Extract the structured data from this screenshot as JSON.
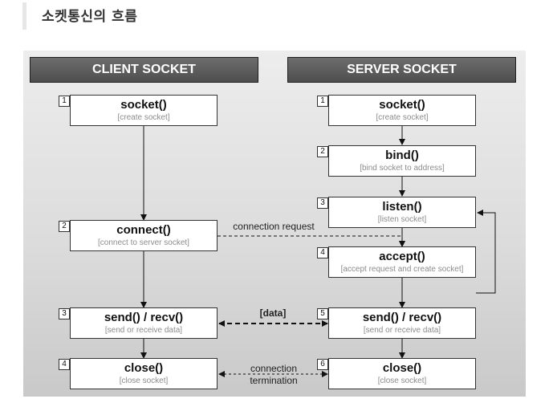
{
  "heading": "소켓통신의 흐름",
  "client": {
    "title": "CLIENT SOCKET",
    "steps": [
      {
        "num": "1",
        "fn": "socket()",
        "desc": "[create socket]"
      },
      {
        "num": "2",
        "fn": "connect()",
        "desc": "[connect to server socket]"
      },
      {
        "num": "3",
        "fn": "send() / recv()",
        "desc": "[send or receive data]"
      },
      {
        "num": "4",
        "fn": "close()",
        "desc": "[close socket]"
      }
    ]
  },
  "server": {
    "title": "SERVER SOCKET",
    "steps": [
      {
        "num": "1",
        "fn": "socket()",
        "desc": "[create socket]"
      },
      {
        "num": "2",
        "fn": "bind()",
        "desc": "[bind socket to address]"
      },
      {
        "num": "3",
        "fn": "listen()",
        "desc": "[listen socket]"
      },
      {
        "num": "4",
        "fn": "accept()",
        "desc": "[accept request and create socket]"
      },
      {
        "num": "5",
        "fn": "send() / recv()",
        "desc": "[send or receive data]"
      },
      {
        "num": "6",
        "fn": "close()",
        "desc": "[close socket]"
      }
    ]
  },
  "connectors": {
    "connection_request": "connection request",
    "data": "[data]",
    "termination_line1": "connection",
    "termination_line2": "termination"
  },
  "colors": {
    "header_fill": "#555555",
    "panel_fill": "#dcdcdc",
    "line": "#111111",
    "desc_text": "#8c8c8c"
  }
}
